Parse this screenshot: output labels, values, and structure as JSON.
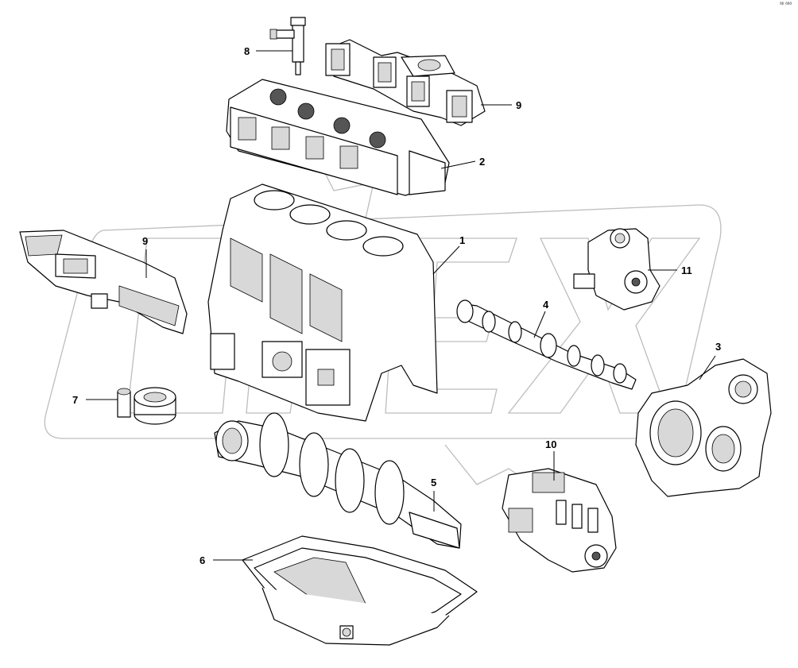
{
  "corner_mark": "ᵃᵖ ᵃᵃᵃ",
  "callouts": [
    {
      "id": "c1",
      "label": "1"
    },
    {
      "id": "c2",
      "label": "2"
    },
    {
      "id": "c3",
      "label": "3"
    },
    {
      "id": "c4",
      "label": "4"
    },
    {
      "id": "c5",
      "label": "5"
    },
    {
      "id": "c6",
      "label": "6"
    },
    {
      "id": "c7",
      "label": "7"
    },
    {
      "id": "c8",
      "label": "8"
    },
    {
      "id": "c9a",
      "label": "9"
    },
    {
      "id": "c9b",
      "label": "9"
    },
    {
      "id": "c10",
      "label": "10"
    },
    {
      "id": "c11",
      "label": "11"
    }
  ],
  "watermark": {
    "text": "OPEX"
  }
}
